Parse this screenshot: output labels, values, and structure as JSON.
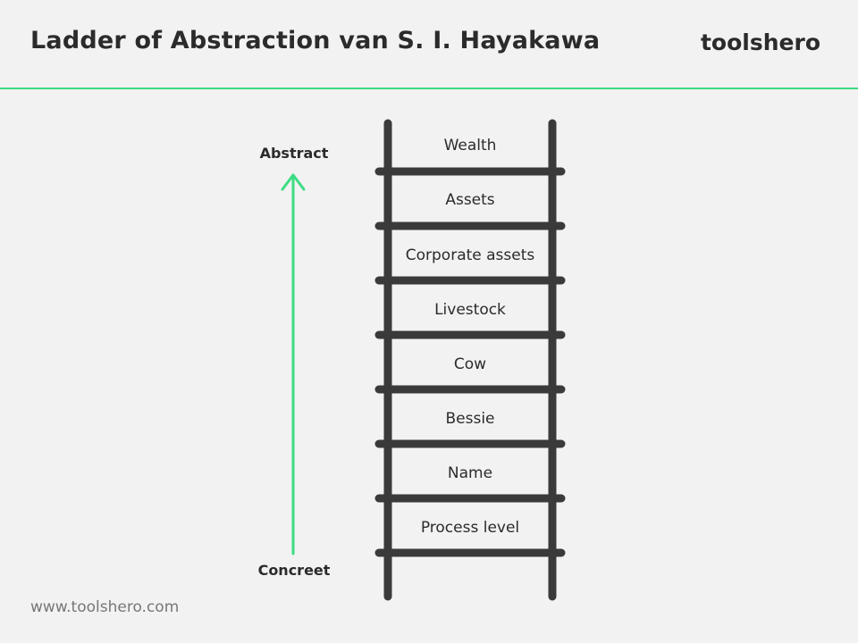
{
  "header": {
    "title": "Ladder of Abstraction van S. I. Hayakawa",
    "brand": "toolshero"
  },
  "axis": {
    "top_label": "Abstract",
    "bottom_label": "Concreet",
    "arrow_color": "#3ddc84"
  },
  "ladder": {
    "color": "#3a3a3a",
    "levels": [
      "Wealth",
      "Assets",
      "Corporate assets",
      "Livestock",
      "Cow",
      "Bessie",
      "Name",
      "Process level"
    ]
  },
  "footer": {
    "url": "www.toolshero.com"
  }
}
